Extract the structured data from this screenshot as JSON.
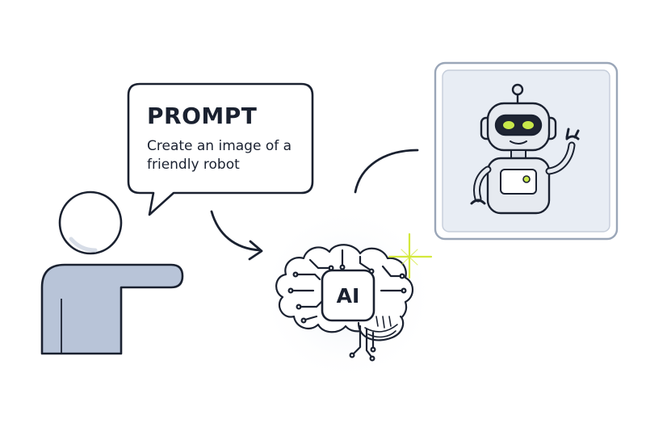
{
  "bubble": {
    "title": "PROMPT",
    "line1": "Create an image of a",
    "line2": "friendly robot"
  },
  "ai_chip": {
    "label": "AI"
  },
  "colors": {
    "outline": "#1a2130",
    "person_fill": "#b8c4d8",
    "robot_eye_glow": "#c8e84a",
    "sparkle": "#d4e83c",
    "frame_fill": "#e8edf4",
    "robot_body": "#e6eaf0"
  },
  "icons": {
    "person": "person-pointing-icon",
    "brain": "circuit-brain-icon",
    "robot": "friendly-robot-icon",
    "sparkle": "sparkle-icon"
  }
}
